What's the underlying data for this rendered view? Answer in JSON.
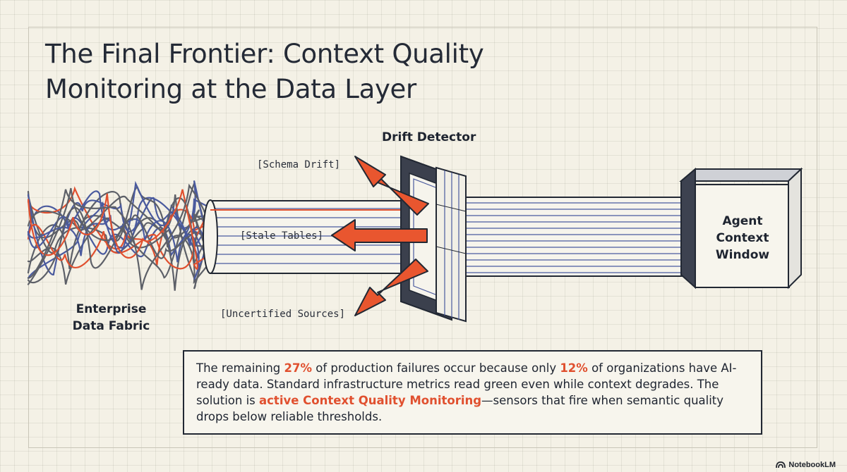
{
  "title": {
    "line1": "The Final Frontier: Context Quality",
    "line2": "Monitoring at the Data Layer"
  },
  "diagram": {
    "detector_label": "Drift Detector",
    "source_label": [
      "Enterprise",
      "Data Fabric"
    ],
    "destination_label": [
      "Agent",
      "Context",
      "Window"
    ],
    "rejections": [
      {
        "label": "[Schema Drift]"
      },
      {
        "label": "[Stale Tables]"
      },
      {
        "label": "[Uncertified Sources]"
      }
    ]
  },
  "callout": {
    "text_1": "The remaining ",
    "highlight_1": "27%",
    "text_2": " of production failures occur because only ",
    "highlight_2": "12%",
    "text_3": " of organizations have AI-ready data. Standard infrastructure metrics read green even while context degrades. The solution is ",
    "highlight_3": "active Context Quality Monitoring",
    "text_4": "—sensors that fire when semantic quality drops below reliable thresholds."
  },
  "branding": {
    "label": "NotebookLM",
    "icon": "notebooklm-logo-icon"
  },
  "colors": {
    "accent": "#e0502f",
    "ink": "#222833",
    "wire_blue": "#4a5a9e",
    "wire_gray": "#5d6068",
    "wire_red": "#e0502f",
    "background": "#f4f1e6"
  }
}
